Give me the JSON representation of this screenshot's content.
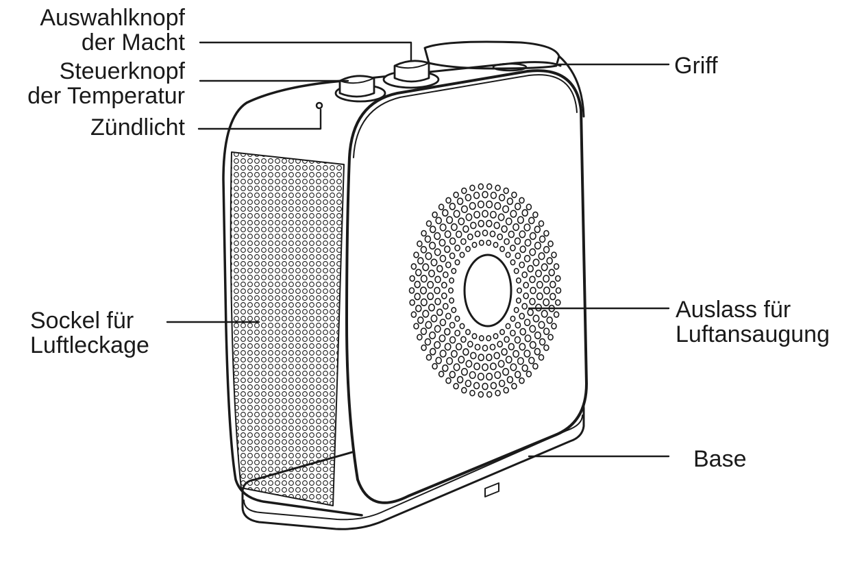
{
  "diagram": {
    "colors": {
      "ink": "#1a1a1a",
      "background": "#ffffff"
    },
    "labels": {
      "power_knob": {
        "line1": "Auswahlknopf",
        "line2": "der Macht"
      },
      "temp_knob": {
        "line1": "Steuerknopf",
        "line2": "der Temperatur"
      },
      "pilot_light": {
        "line1": "Zündlicht"
      },
      "handle": {
        "line1": "Griff"
      },
      "air_leak_socket": {
        "line1": "Sockel für",
        "line2": "Luftleckage"
      },
      "air_outlet": {
        "line1": "Auslass für",
        "line2": "Luftansaugung"
      },
      "base": {
        "line1": "Base"
      }
    }
  }
}
